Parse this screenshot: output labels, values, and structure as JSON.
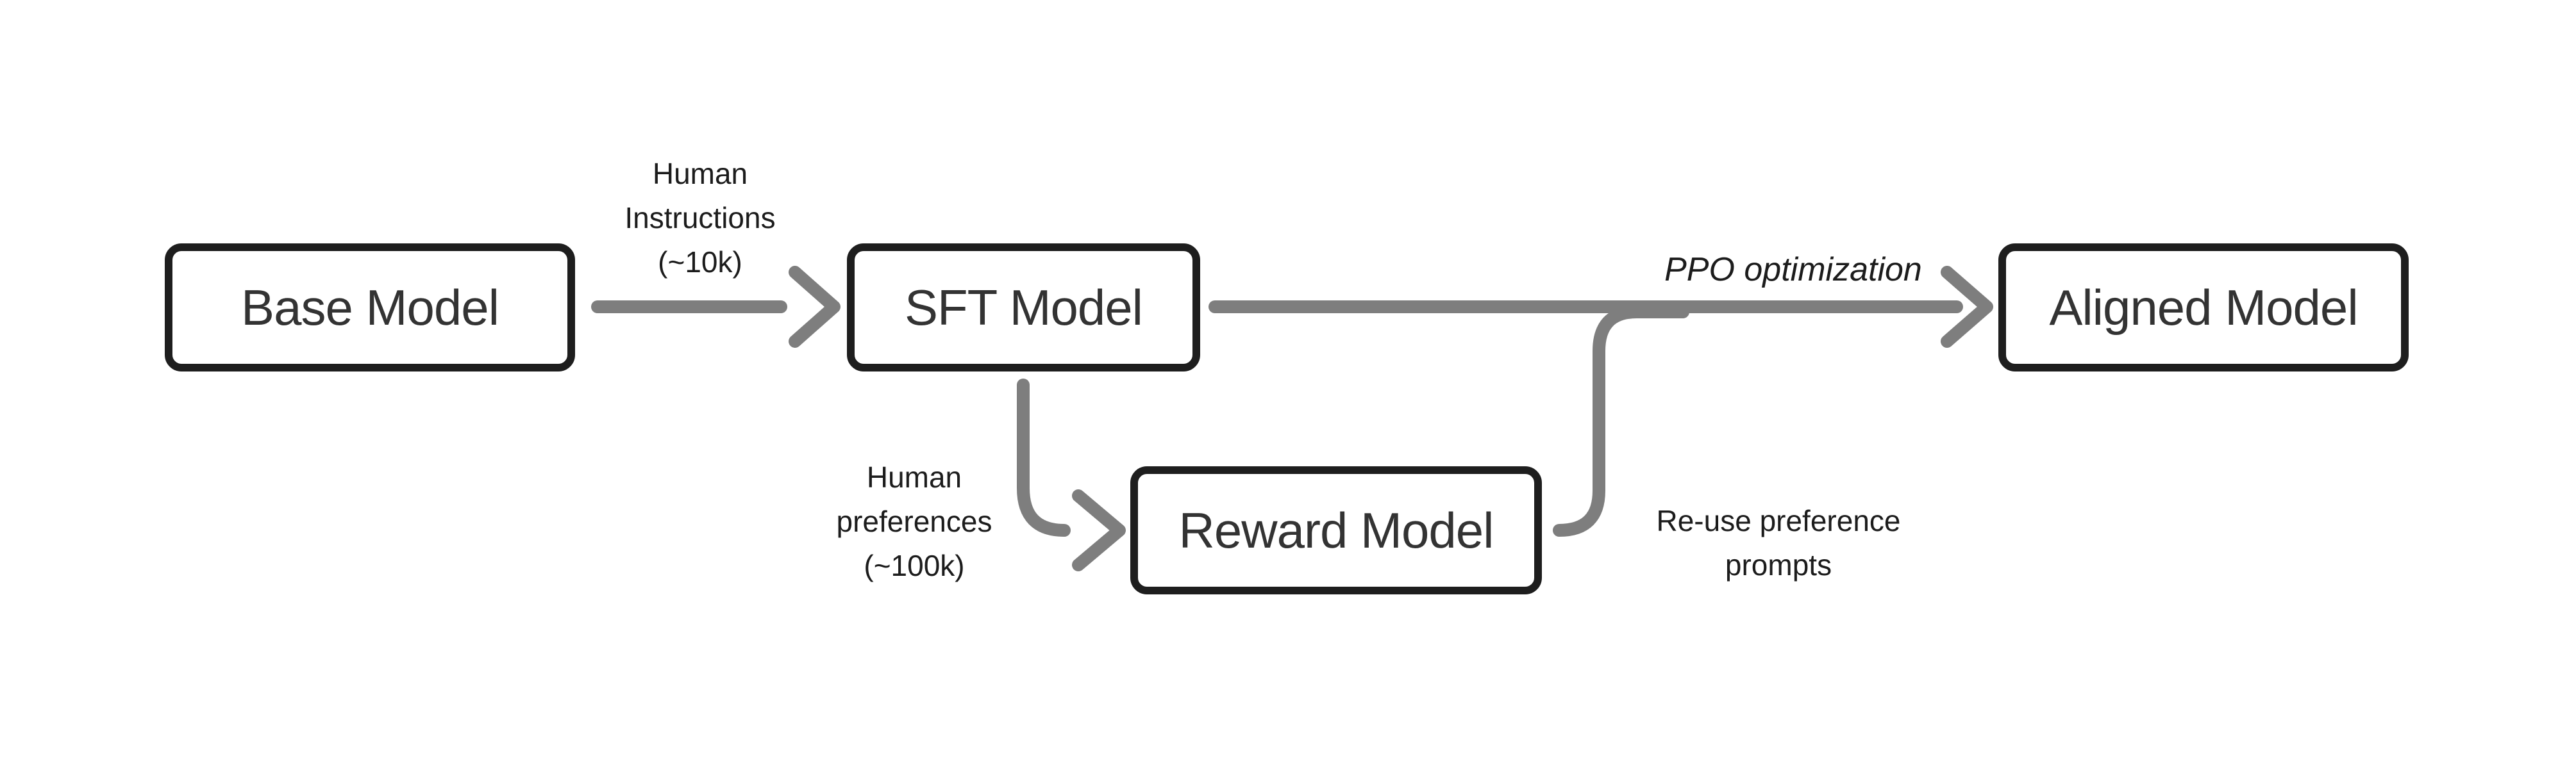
{
  "diagram": {
    "nodes": [
      {
        "id": "base-model",
        "label": "Base Model"
      },
      {
        "id": "sft-model",
        "label": "SFT Model"
      },
      {
        "id": "reward-model",
        "label": "Reward Model"
      },
      {
        "id": "aligned-model",
        "label": "Aligned Model"
      }
    ],
    "edges": [
      {
        "from": "Base Model",
        "to": "SFT Model",
        "label": "Human Instructions (~10k)"
      },
      {
        "from": "SFT Model",
        "to": "Aligned Model",
        "label": "PPO optimization"
      },
      {
        "from": "SFT Model",
        "to": "Reward Model",
        "label": "Human preferences (~100k)"
      },
      {
        "from": "Reward Model",
        "to": "SFT-to-Aligned arrow",
        "label": "Re-use preference prompts"
      }
    ],
    "labels": {
      "human_instructions": {
        "lines": [
          "Human",
          "Instructions",
          "(~10k)"
        ]
      },
      "ppo": {
        "text": "PPO optimization"
      },
      "human_preferences": {
        "lines": [
          "Human",
          "preferences",
          "(~100k)"
        ]
      },
      "reuse": {
        "lines": [
          "Re-use preference",
          "prompts"
        ]
      }
    },
    "colors": {
      "arrow": "#7e7e7e",
      "box_border": "#1e1e1e",
      "box_text": "#333333",
      "label_text": "#1c1c1c",
      "background": "#ffffff"
    }
  }
}
